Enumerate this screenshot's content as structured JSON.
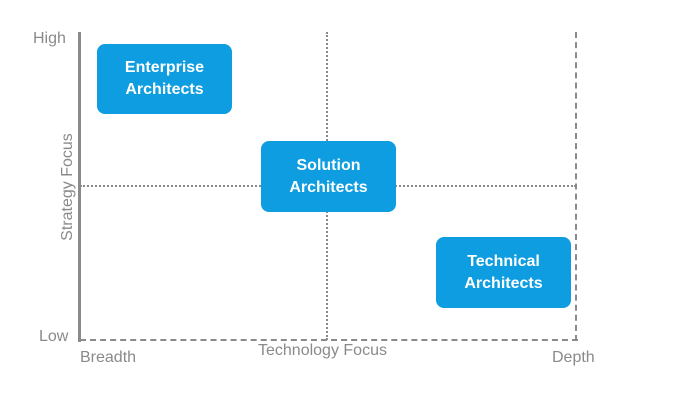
{
  "diagram": {
    "type": "quadrant",
    "y_axis": {
      "title": "Strategy Focus",
      "high_label": "High",
      "low_label": "Low"
    },
    "x_axis": {
      "title": "Technology Focus",
      "left_label": "Breadth",
      "right_label": "Depth"
    },
    "boxes": [
      {
        "line1": "Enterprise",
        "line2": "Architects"
      },
      {
        "line1": "Solution",
        "line2": "Architects"
      },
      {
        "line1": "Technical",
        "line2": "Architects"
      }
    ],
    "colors": {
      "box": "#0d9de0",
      "axis": "#8a8a8a",
      "text_on_box": "#ffffff"
    }
  }
}
